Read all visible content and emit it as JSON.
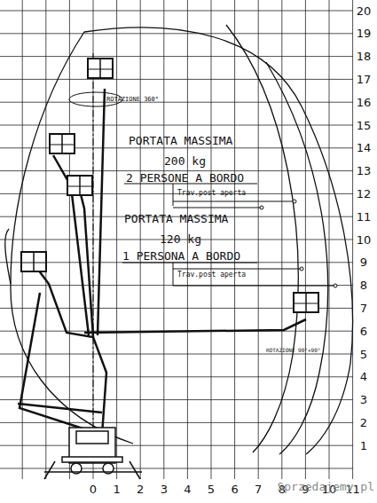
{
  "diagram": {
    "labels": [
      "20",
      "19",
      "18",
      "17",
      "16",
      "15",
      "14",
      "13",
      "12",
      "11",
      "10",
      "9",
      "8",
      "7",
      "6",
      "5",
      "4",
      "3",
      "2",
      "1",
      "0",
      "1",
      "2",
      "3",
      "4",
      "5",
      "6",
      "7",
      "8",
      "9",
      "10",
      "11",
      "ROTAZIONE 360°",
      "PORTATA MASSIMA",
      "200 kg",
      "2 PERSONE A BORDO",
      "Trav.post aperta",
      "PORTATA MASSIMA",
      "120 kg",
      "1 PERSONA A BORDO",
      "Trav.post aperta",
      "ROTAZIONE 90°+90°",
      "Sprzedajemy.pl"
    ]
  }
}
